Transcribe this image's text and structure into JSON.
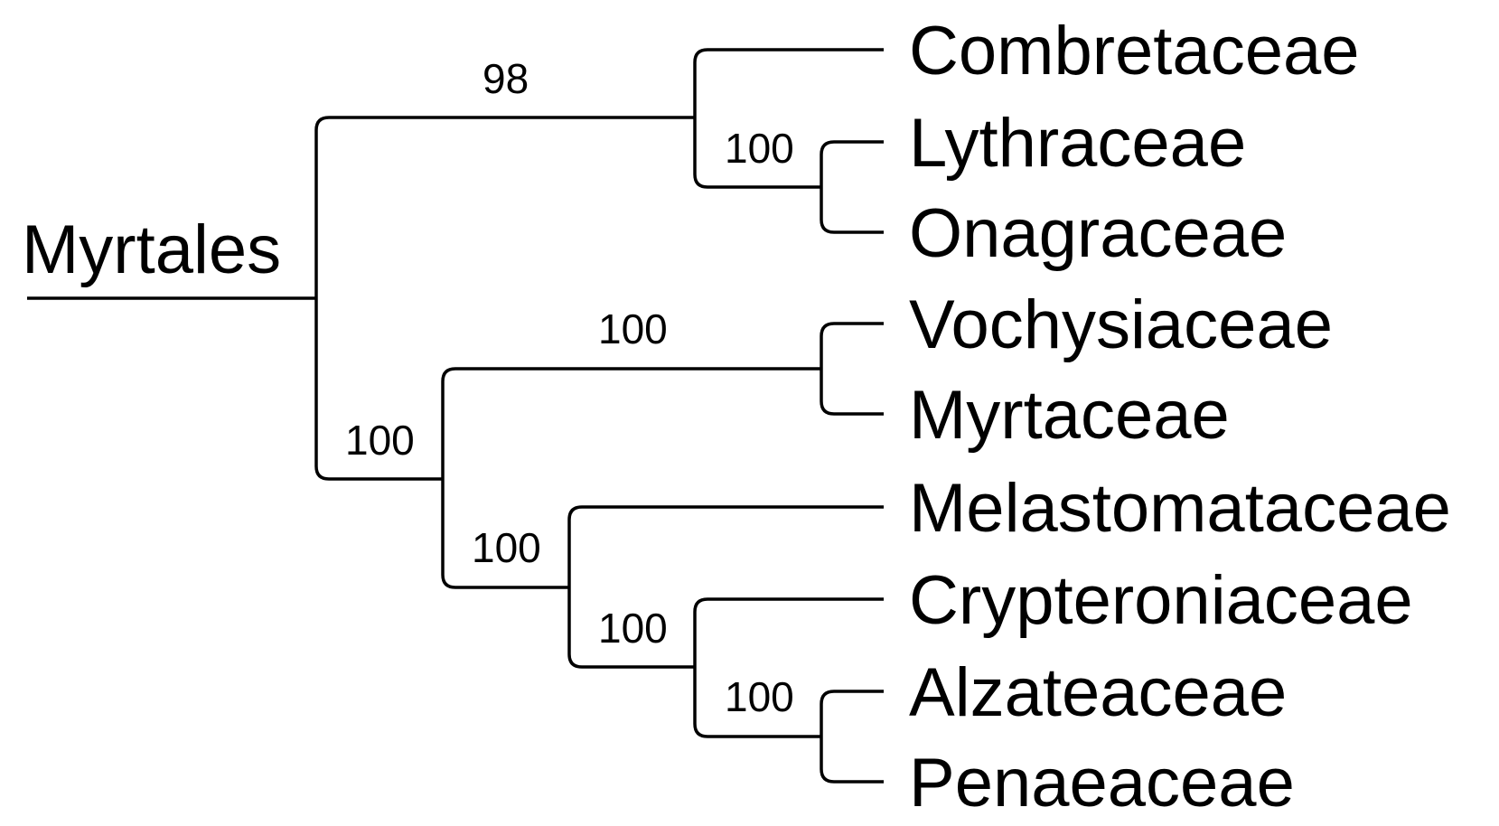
{
  "root_label": "Myrtales",
  "taxa": [
    "Combretaceae",
    "Lythraceae",
    "Onagraceae",
    "Vochysiaceae",
    "Myrtaceae",
    "Melastomataceae",
    "Crypteroniaceae",
    "Alzateaceae",
    "Penaeaceae"
  ],
  "support_values": {
    "combretaceae_lythraceae_onagraceae": "98",
    "lythraceae_onagraceae": "100",
    "vochysiaceae_myrtaceae": "100",
    "lower_clade": "100",
    "melastomataceae_group": "100",
    "crypteroniaceae_group": "100",
    "alzateaceae_penaeaceae": "100"
  }
}
